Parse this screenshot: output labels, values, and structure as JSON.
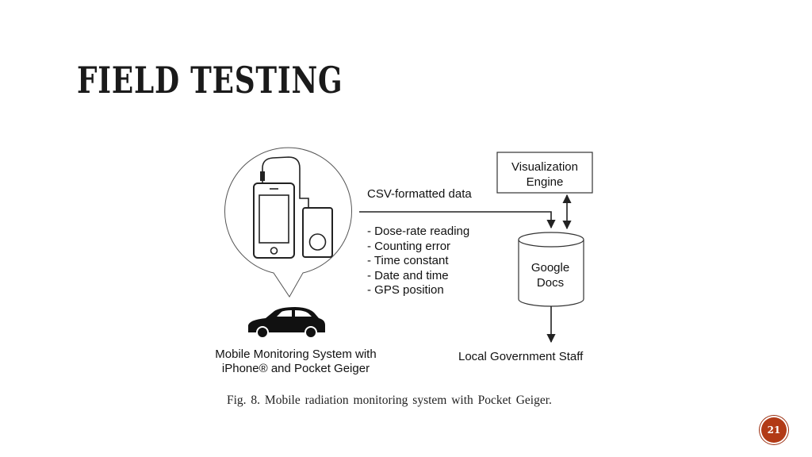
{
  "slide": {
    "title": "FIELD TESTING",
    "page_number": "21"
  },
  "figure": {
    "csv_label": "CSV-formatted data",
    "data_items": [
      "- Dose-rate reading",
      "- Counting error",
      "- Time constant",
      "- Date and time",
      "- GPS position"
    ],
    "mobile_system_label": "Mobile Monitoring System with iPhone® and Pocket Geiger",
    "visualization_engine_label": "Visualization Engine",
    "google_docs_label": "Google Docs",
    "local_government_label": "Local Government Staff",
    "caption": "Fig. 8.   Mobile radiation monitoring system with Pocket Geiger."
  },
  "colors": {
    "accent": "#b23a16",
    "line": "#222222"
  }
}
